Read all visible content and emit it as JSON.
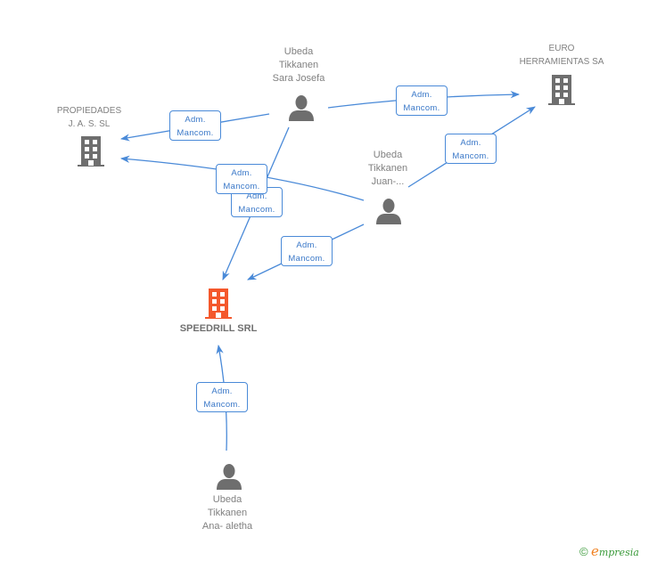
{
  "colors": {
    "edge": "#4a8ad8",
    "label_text": "#3a78c8",
    "node_icon": "#6e6e6e",
    "main_icon": "#f4582c",
    "text": "#808080"
  },
  "nodes": [
    {
      "id": "speedrill",
      "type": "company",
      "label": "SPEEDRILL SRL",
      "main": true
    },
    {
      "id": "propiedades",
      "type": "company",
      "label": "PROPIEDADES\nJ. A. S. SL"
    },
    {
      "id": "euro",
      "type": "company",
      "label": "EURO\nHERRAMIENTAS SA"
    },
    {
      "id": "sara",
      "type": "person",
      "label": "Ubeda\nTikkanen\nSara Josefa"
    },
    {
      "id": "juan",
      "type": "person",
      "label": "Ubeda\nTikkanen\nJuan-..."
    },
    {
      "id": "ana",
      "type": "person",
      "label": "Ubeda\nTikkanen\nAna- aletha"
    }
  ],
  "edges": [
    {
      "from": "sara",
      "to": "propiedades",
      "label": [
        "Adm.",
        "Mancom."
      ]
    },
    {
      "from": "sara",
      "to": "euro",
      "label": [
        "Adm.",
        "Mancom."
      ]
    },
    {
      "from": "sara",
      "to": "speedrill",
      "label": [
        "Adm.",
        "Mancom."
      ]
    },
    {
      "from": "juan",
      "to": "propiedades",
      "label": [
        "Adm.",
        "Mancom."
      ]
    },
    {
      "from": "juan",
      "to": "euro",
      "label": [
        "Adm.",
        "Mancom."
      ]
    },
    {
      "from": "juan",
      "to": "speedrill",
      "label": [
        "Adm.",
        "Mancom."
      ]
    },
    {
      "from": "ana",
      "to": "speedrill",
      "label": [
        "Adm.",
        "Mancom."
      ]
    }
  ],
  "brand": {
    "copyright": "©",
    "e": "e",
    "rest": "mpresia"
  }
}
